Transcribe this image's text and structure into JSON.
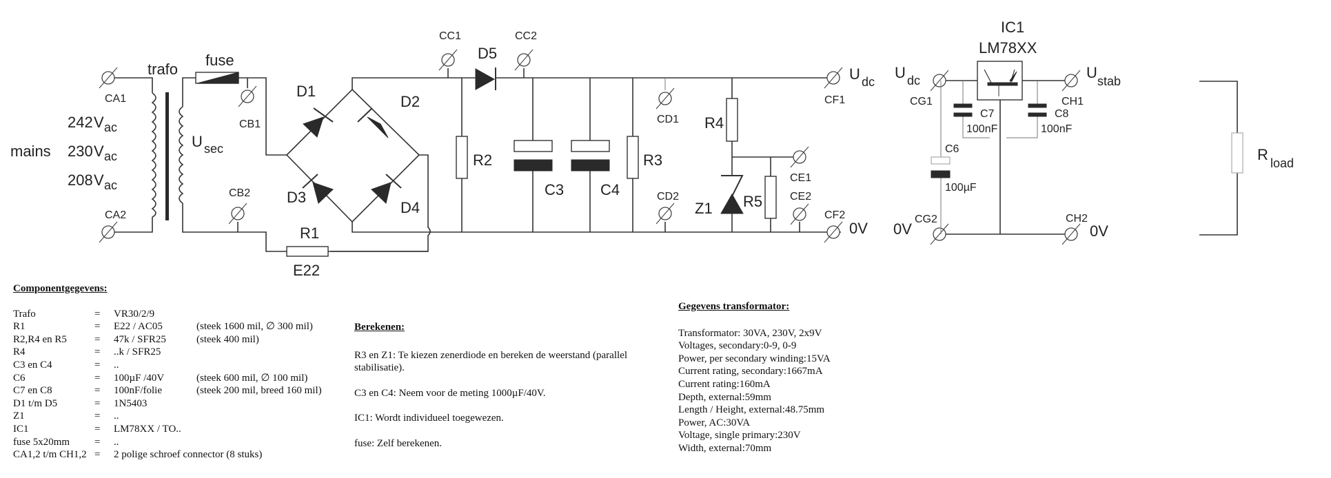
{
  "schematic": {
    "labels": {
      "mains": "mains",
      "v242": "242",
      "v230": "230",
      "v208": "208",
      "v_unit": "V",
      "v_sub": "ac",
      "trafo": "trafo",
      "fuse": "fuse",
      "usec_main": "U",
      "usec_sub": "sec",
      "ca1": "CA1",
      "ca2": "CA2",
      "cb1": "CB1",
      "cb2": "CB2",
      "d1": "D1",
      "d2": "D2",
      "d3": "D3",
      "d4": "D4",
      "d5": "D5",
      "r1": "R1",
      "r1_value": "E22",
      "r2": "R2",
      "r3": "R3",
      "r4": "R4",
      "r5": "R5",
      "c3": "C3",
      "c4": "C4",
      "cc1": "CC1",
      "cc2": "CC2",
      "cd1": "CD1",
      "cd2": "CD2",
      "z1": "Z1",
      "ce1": "CE1",
      "ce2": "CE2",
      "cf1": "CF1",
      "cf2": "CF2",
      "udc_main": "U",
      "udc_sub": "dc",
      "zero_v": "0V",
      "cg1": "CG1",
      "cg2": "CG2",
      "ic1": "IC1",
      "ic1_type": "LM78XX",
      "c6": "C6",
      "c6_value": "100µF",
      "c7": "C7",
      "c7_value": "100nF",
      "c8": "C8",
      "c8_value": "100nF",
      "ch1": "CH1",
      "ch2": "CH2",
      "ustab_main": "U",
      "ustab_sub": "stab",
      "rload_main": "R",
      "rload_sub": "load"
    }
  },
  "components": {
    "title": "Componentgegevens:",
    "rows": [
      {
        "key": "Trafo",
        "eq": "=",
        "value": "VR30/2/9",
        "note": ""
      },
      {
        "key": "R1",
        "eq": "=",
        "value": "E22 / AC05",
        "note": "(steek 1600 mil, ∅ 300 mil)"
      },
      {
        "key": "R2,R4 en R5",
        "eq": "=",
        "value": "47k / SFR25",
        "note": "(steek 400 mil)"
      },
      {
        "key": "R4",
        "eq": "=",
        "value": "..k / SFR25",
        "note": ""
      },
      {
        "key": "C3 en C4",
        "eq": "=",
        "value": "..",
        "note": ""
      },
      {
        "key": "C6",
        "eq": "=",
        "value": "100µF /40V",
        "note": "(steek 600 mil, ∅ 100 mil)"
      },
      {
        "key": "C7 en C8",
        "eq": "=",
        "value": "100nF/folie",
        "note": "(steek 200 mil, breed 160 mil)"
      },
      {
        "key": "D1 t/m D5",
        "eq": "=",
        "value": "1N5403",
        "note": ""
      },
      {
        "key": "Z1",
        "eq": "=",
        "value": "..",
        "note": ""
      },
      {
        "key": "IC1",
        "eq": "=",
        "value": "LM78XX / TO..",
        "note": ""
      },
      {
        "key": "fuse 5x20mm",
        "eq": "=",
        "value": "..",
        "note": ""
      },
      {
        "key": "CA1,2 t/m CH1,2",
        "eq": "=",
        "value": "2 polige schroef connector (8 stuks)",
        "note": ""
      }
    ]
  },
  "calculate": {
    "title": "Berekenen:",
    "paragraphs": [
      "R3 en Z1: Te kiezen zenerdiode en bereken de weerstand (parallel stabilisatie).",
      "C3 en C4: Neem voor de meting 1000µF/40V.",
      "IC1: Wordt individueel toegewezen.",
      "fuse: Zelf berekenen."
    ]
  },
  "transformer": {
    "title": "Gegevens transformator:",
    "lines": [
      "Transformator: 30VA, 230V, 2x9V",
      "Voltages, secondary:0-9, 0-9",
      "Power, per secondary winding:15VA",
      "Current rating, secondary:1667mA",
      "Current rating:160mA",
      "Depth, external:59mm",
      "Length / Height, external:48.75mm",
      "Power, AC:30VA",
      "Voltage, single primary:230V",
      "Width, external:70mm"
    ]
  }
}
